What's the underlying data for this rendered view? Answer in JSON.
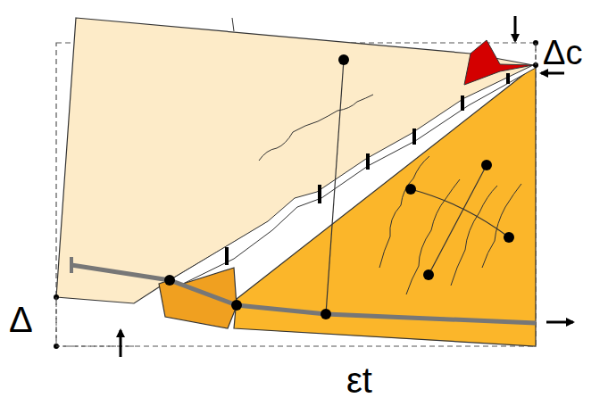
{
  "diagram": {
    "labels": [
      "Δc",
      "Δ",
      "εt"
    ]
  }
}
